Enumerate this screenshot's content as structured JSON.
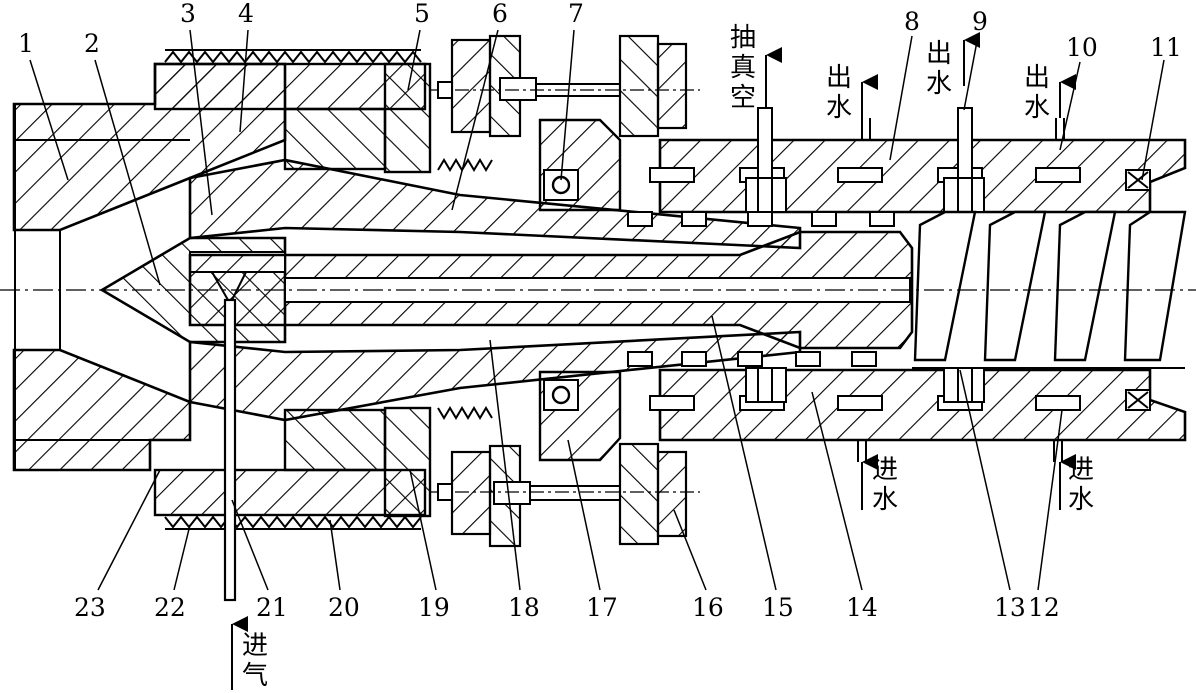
{
  "labels": {
    "top": [
      {
        "id": "1",
        "text": "1"
      },
      {
        "id": "2",
        "text": "2"
      },
      {
        "id": "3",
        "text": "3"
      },
      {
        "id": "4",
        "text": "4"
      },
      {
        "id": "5",
        "text": "5"
      },
      {
        "id": "6",
        "text": "6"
      },
      {
        "id": "7",
        "text": "7"
      },
      {
        "id": "8",
        "text": "8"
      },
      {
        "id": "9",
        "text": "9"
      },
      {
        "id": "10",
        "text": "10"
      },
      {
        "id": "11",
        "text": "11"
      }
    ],
    "bottom": [
      {
        "id": "23",
        "text": "23"
      },
      {
        "id": "22",
        "text": "22"
      },
      {
        "id": "21",
        "text": "21"
      },
      {
        "id": "20",
        "text": "20"
      },
      {
        "id": "19",
        "text": "19"
      },
      {
        "id": "18",
        "text": "18"
      },
      {
        "id": "17",
        "text": "17"
      },
      {
        "id": "16",
        "text": "16"
      },
      {
        "id": "15",
        "text": "15"
      },
      {
        "id": "14",
        "text": "14"
      },
      {
        "id": "13",
        "text": "13"
      },
      {
        "id": "12",
        "text": "12"
      }
    ]
  },
  "flow": {
    "vacuum": [
      "抽",
      "真",
      "空"
    ],
    "water_out_1": [
      "出",
      "水"
    ],
    "water_out_2": [
      "出",
      "水"
    ],
    "water_out_3": [
      "出",
      "水"
    ],
    "water_in_1": [
      "进",
      "水"
    ],
    "water_in_2": [
      "进",
      "水"
    ],
    "air_in": [
      "进",
      "气"
    ]
  }
}
